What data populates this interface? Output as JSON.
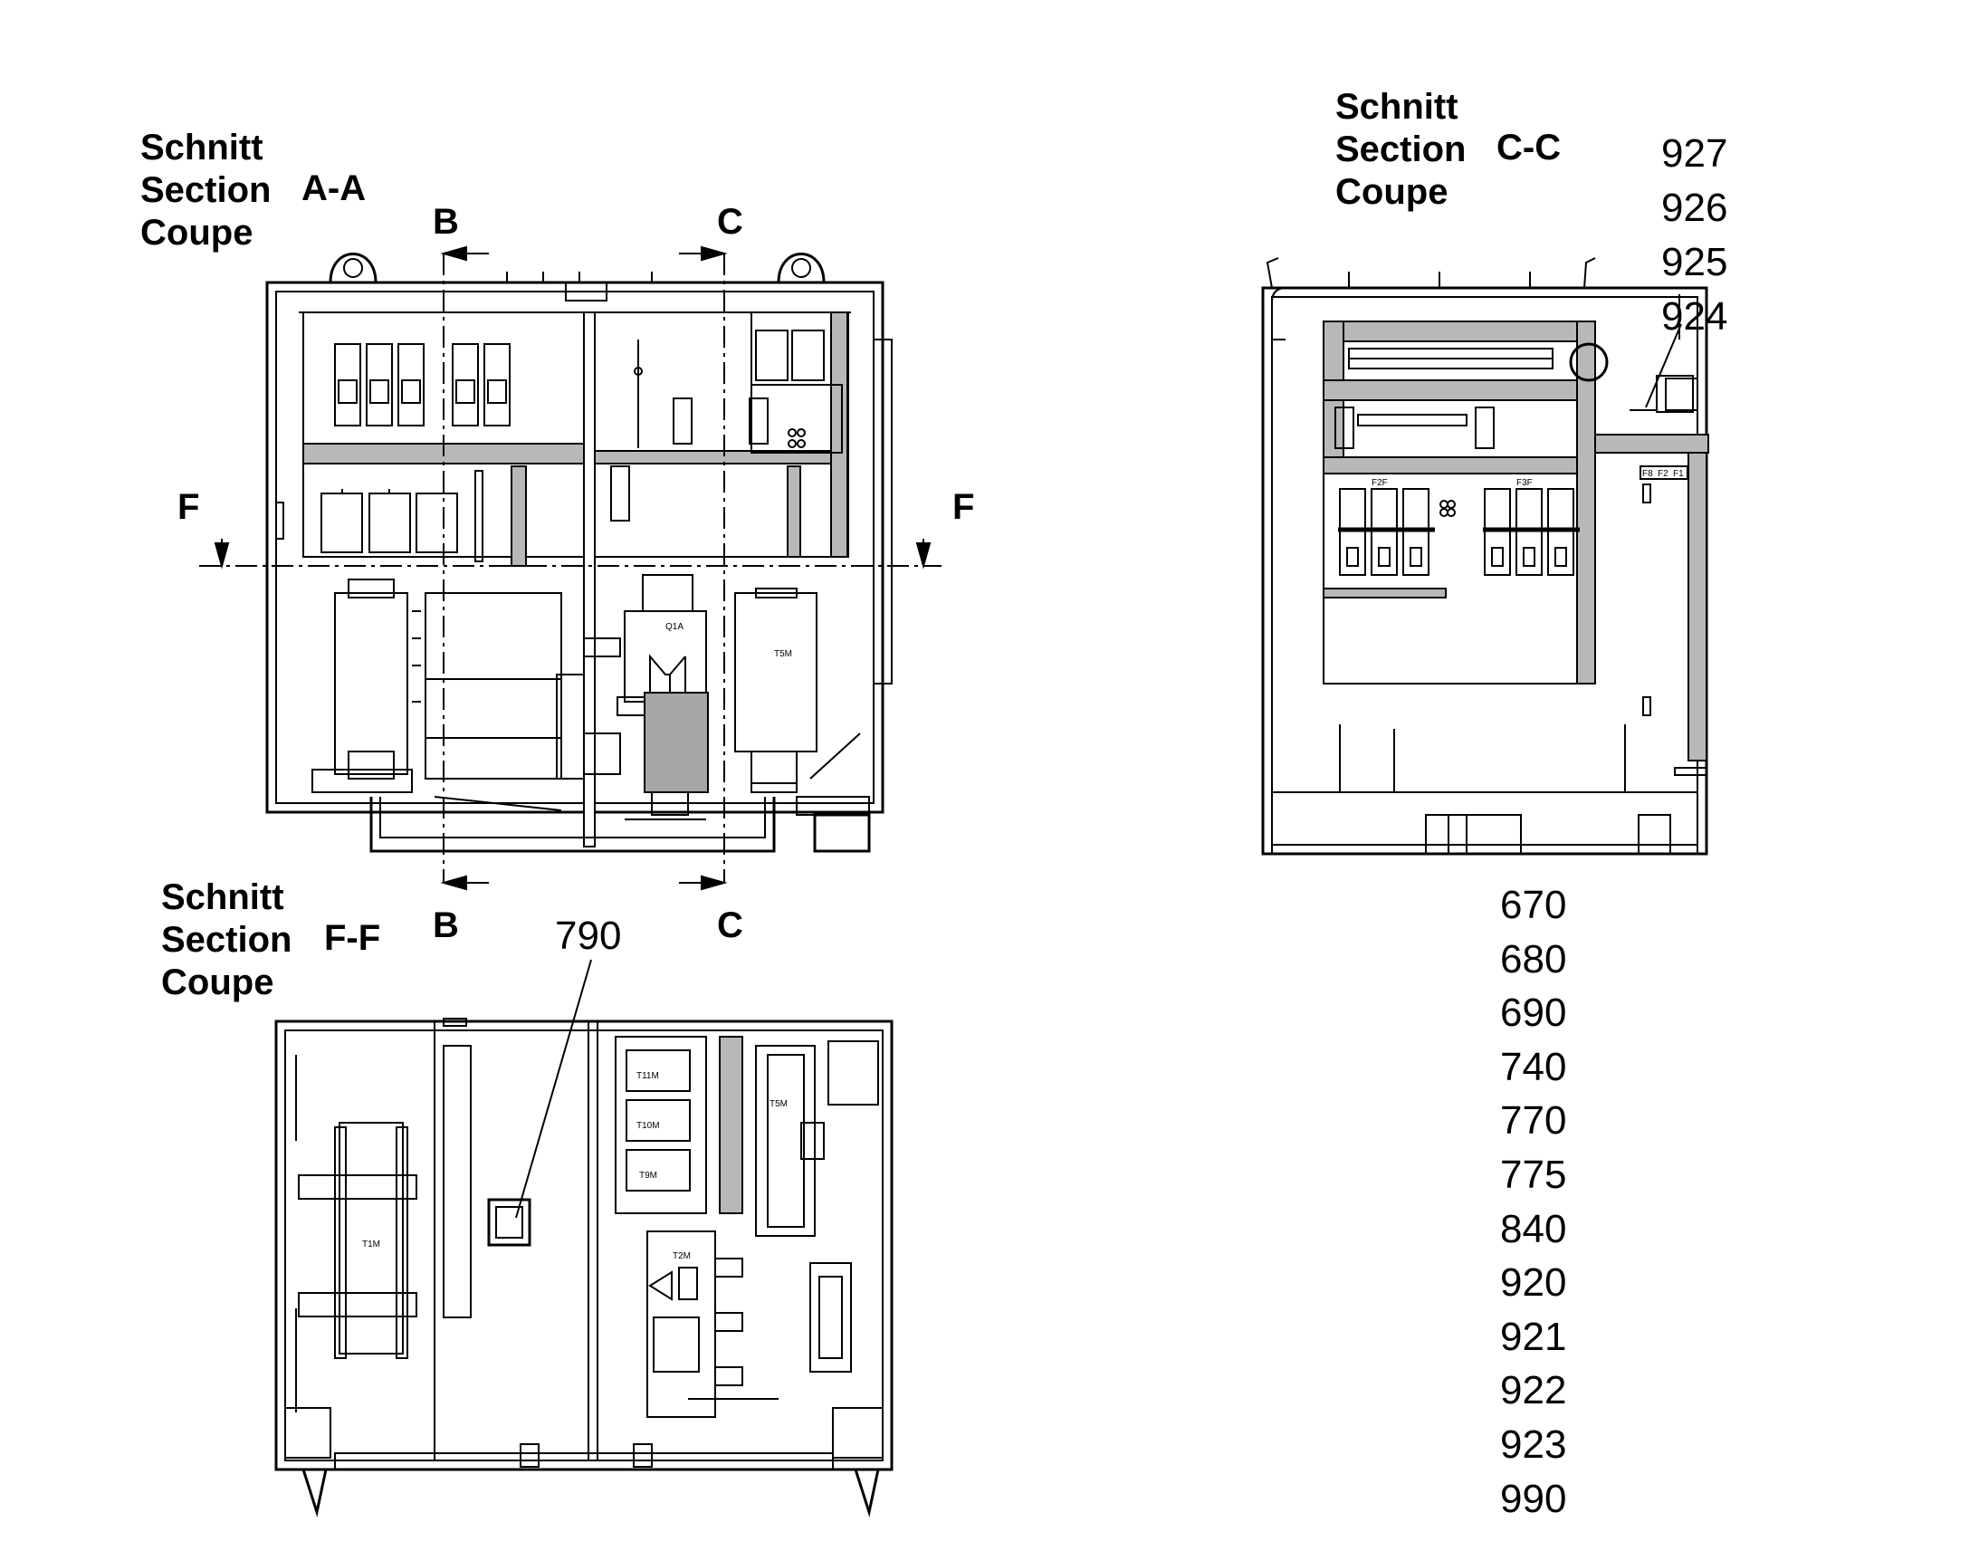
{
  "sections": {
    "aa": {
      "lines": [
        "Schnitt",
        "Section",
        "Coupe"
      ],
      "tag": "A-A"
    },
    "ff": {
      "lines": [
        "Schnitt",
        "Section",
        "Coupe"
      ],
      "tag": "F-F"
    },
    "cc": {
      "lines": [
        "Schnitt",
        "Section",
        "Coupe"
      ],
      "tag": "C-C"
    }
  },
  "cut_marks": {
    "b": "B",
    "c": "C",
    "f": "F"
  },
  "components": {
    "q1a": "Q1A",
    "t5m": "T5M",
    "t11m": "T11M",
    "t10m": "T10M",
    "t9m": "T9M",
    "t1m": "T1M",
    "t2m": "T2M",
    "f2f": "F2F",
    "f3f": "F3F",
    "f8": "F8",
    "f2": "F2",
    "f1": "F1"
  },
  "callouts": {
    "ff_part": "790"
  },
  "part_numbers_top": [
    "927",
    "926",
    "925",
    "924"
  ],
  "part_numbers_list": [
    "670",
    "680",
    "690",
    "740",
    "770",
    "775",
    "840",
    "920",
    "921",
    "922",
    "923",
    "990"
  ]
}
